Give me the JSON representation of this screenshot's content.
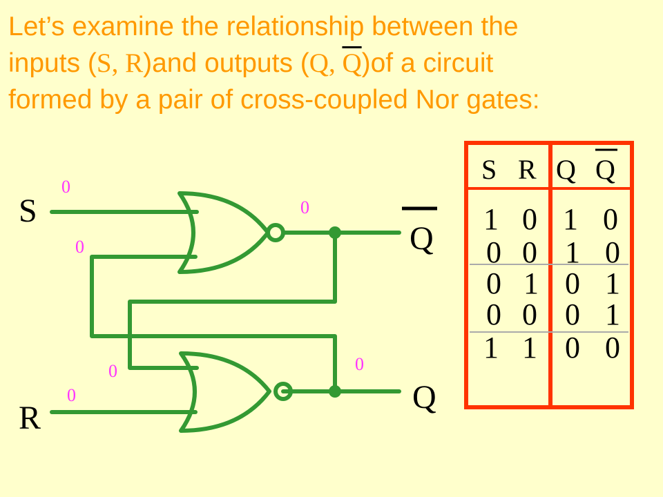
{
  "heading": {
    "line1": "Let’s examine the relationship between the",
    "line2_a": "inputs (",
    "line2_s": "S",
    "line2_comma1": ", ",
    "line2_r": "R",
    "line2_b": ")and outputs (",
    "line2_q": "Q",
    "line2_comma2": ", ",
    "line2_qbar": "Q",
    "line2_c": ")of  a circuit",
    "line3": "formed by a pair of cross-coupled Nor gates:"
  },
  "circuit": {
    "labels": {
      "s": "S",
      "r": "R",
      "q_top": "Q",
      "q_bottom": "Q"
    },
    "wire_values": {
      "s_input": "0",
      "top_feedback_input": "0",
      "top_output": "0",
      "bottom_feedback_input": "0",
      "r_input": "0",
      "bottom_output": "0"
    }
  },
  "truth_table": {
    "headers": {
      "s": "S",
      "r": "R",
      "q": "Q",
      "qbar": "Q"
    },
    "rows": [
      [
        "1",
        "0",
        "1",
        "0"
      ],
      [
        "0",
        "0",
        "1",
        "0"
      ],
      [
        "0",
        "1",
        "0",
        "1"
      ],
      [
        "0",
        "0",
        "0",
        "1"
      ],
      [
        "1",
        "1",
        "0",
        "0"
      ]
    ]
  },
  "colors": {
    "background": "#ffffcc",
    "heading": "#ff9900",
    "wire": "#339933",
    "value_label": "#ff33ff",
    "table_border": "#ff3300",
    "text": "#000000"
  }
}
